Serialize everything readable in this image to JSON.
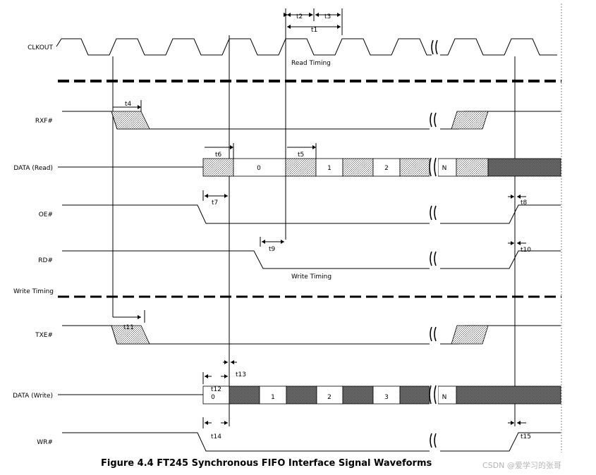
{
  "signals": {
    "clkout": "CLKOUT",
    "rxf": "RXF#",
    "data_read": "DATA (Read)",
    "oe": "OE#",
    "rd": "RD#",
    "txe": "TXE#",
    "data_write": "DATA (Write)",
    "wr": "WR#"
  },
  "sections": {
    "read_timing": "Read Timing",
    "write_timing_mid": "Write Timing",
    "write_timing_left": "Write Timing"
  },
  "timing_labels": {
    "t1": "t1",
    "t2": "t2",
    "t3": "t3",
    "t4": "t4",
    "t5": "t5",
    "t6": "t6",
    "t7": "t7",
    "t8": "t8",
    "t9": "t9",
    "t10": "t10",
    "t11": "t11",
    "t12": "t12",
    "t13": "t13",
    "t14": "t14",
    "t15": "t15"
  },
  "data_values": {
    "read_0": "0",
    "read_1": "1",
    "read_2": "2",
    "read_n": "N",
    "write_0": "0",
    "write_1": "1",
    "write_2": "2",
    "write_3": "3",
    "write_n": "N"
  },
  "caption": {
    "title": "Figure 4.4 FT245 Synchronous FIFO Interface Signal Waveforms",
    "watermark": "CSDN @爱学习的张哥"
  },
  "colors": {
    "line": "#000000",
    "hatch_light": "#b0b0b0",
    "hatch_dark": "#5a5a5a",
    "watermark": "#b5b5b5"
  }
}
